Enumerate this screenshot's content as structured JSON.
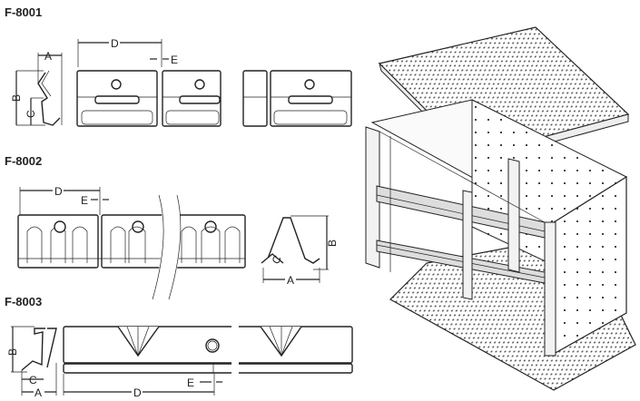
{
  "models": [
    {
      "code": "F-8001",
      "dims": {
        "a": "A",
        "b": "B",
        "c": "C",
        "d": "D",
        "e": "E"
      }
    },
    {
      "code": "F-8002",
      "dims": {
        "a": "A",
        "b": "B",
        "c": "C",
        "d": "D",
        "e": "E"
      }
    },
    {
      "code": "F-8003",
      "dims": {
        "a": "A",
        "b": "B",
        "c": "C",
        "d": "D",
        "e": "E"
      }
    }
  ],
  "colors": {
    "line": "#222222",
    "background": "#ffffff"
  }
}
